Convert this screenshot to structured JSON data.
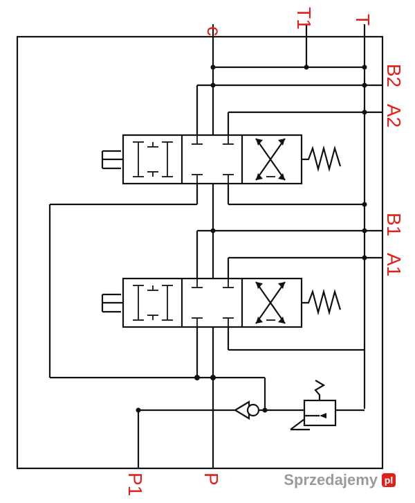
{
  "ports": {
    "c": "c",
    "t1": "T1",
    "t": "T",
    "b2": "B2",
    "a2": "A2",
    "b1": "B1",
    "a1": "A1",
    "p1": "P1",
    "p": "P"
  },
  "watermark": {
    "text": "Sprzedajemy",
    "logo": "pl"
  },
  "colors": {
    "label": "#e0201b",
    "line": "#111111"
  }
}
